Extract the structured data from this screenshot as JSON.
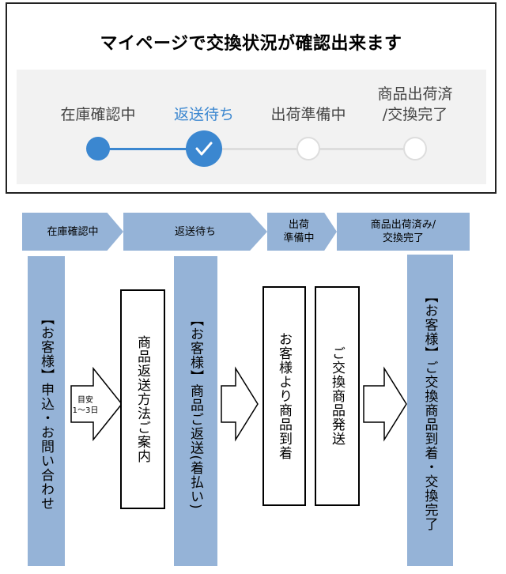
{
  "panel": {
    "title": "マイページで交換状況が確認出来ます",
    "steps": [
      {
        "label_lines": [
          "在庫確認中"
        ],
        "state": "current"
      },
      {
        "label_lines": [
          "返送待ち"
        ],
        "state": "done"
      },
      {
        "label_lines": [
          "出荷準備中"
        ],
        "state": "pending"
      },
      {
        "label_lines": [
          "商品出荷済",
          "/交換完了"
        ],
        "state": "pending"
      }
    ]
  },
  "flow": {
    "headers": [
      {
        "lines": [
          "在庫確認中"
        ]
      },
      {
        "lines": [
          "返送待ち"
        ]
      },
      {
        "lines": [
          "出荷",
          "準備中"
        ]
      },
      {
        "lines": [
          "商品出荷済み/",
          "交換完了"
        ]
      }
    ],
    "columns": [
      {
        "text": "【お客様】申込・お問い合わせ",
        "kind": "blue"
      },
      {
        "text": "商品返送方法ご案内",
        "kind": "box"
      },
      {
        "text": "【お客様】商品ご返送(着払い)",
        "kind": "blue"
      },
      {
        "text": "お客様より商品到着",
        "kind": "box"
      },
      {
        "text": "ご交換商品発送",
        "kind": "box"
      },
      {
        "text": "【お客様】ご交換商品到着・交換完了",
        "kind": "blue"
      }
    ],
    "arrow_note": [
      "目安",
      "1〜3日"
    ]
  },
  "colors": {
    "accent_blue": "#3b87d0",
    "flow_blue": "#95b3d7",
    "track_grey": "#dddddd",
    "panel_bg": "#f2f2f2"
  }
}
